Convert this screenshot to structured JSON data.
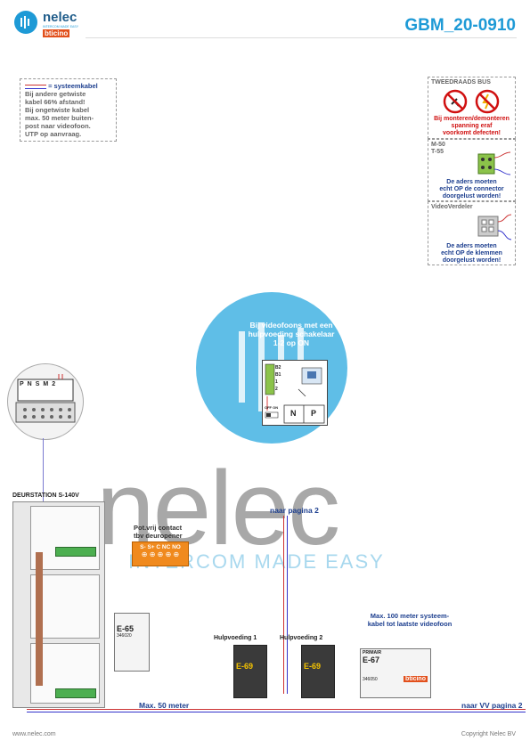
{
  "brand": {
    "name": "nelec",
    "tagline": "INTERCOM MADE EASY",
    "partner": "bticino"
  },
  "doc": {
    "code": "GBM_20-0910"
  },
  "cable_note": {
    "legend": "= systeemkabel",
    "lines": [
      "Bij andere getwiste",
      "kabel 66% afstand!",
      "Bij ongetwiste kabel",
      "max. 50 meter buiten-",
      "post naar videofoon.",
      "UTP op aanvraag."
    ]
  },
  "panels": {
    "bus": {
      "title": "TWEEDRAADS BUS",
      "lines": [
        "Bij monteren/demonteren",
        "spanning eraf",
        "voorkomt defecten!"
      ]
    },
    "m50": {
      "title_lines": [
        "M-50",
        "T-55"
      ],
      "lines": [
        "De aders moeten",
        "echt OP de connector",
        "doorgelust worden!"
      ]
    },
    "vv": {
      "title": "VideoVerdeler",
      "lines": [
        "De aders moeten",
        "echt OP de klemmen",
        "doorgelust worden!"
      ]
    }
  },
  "videofoon_note": [
    "Bij videofoons met een",
    "hulpvoeding schakelaar",
    "1-2 op ON"
  ],
  "switch_block": {
    "pins": [
      "B2",
      "B1",
      "1",
      "2"
    ],
    "n": "N",
    "p": "P",
    "off_on": "OFF ON"
  },
  "connector_pins": [
    "P",
    "N",
    "S",
    "M",
    "2"
  ],
  "labels": {
    "deurstation": "DEURSTATION S-140V",
    "relay_title": [
      "Pot.vrij contact",
      "tbv deuropener"
    ],
    "relay_terms": "S- S+ C NC NO",
    "naar_pagina2": "naar pagina 2",
    "max100": [
      "Max. 100 meter systeem-",
      "kabel tot laatste videofoon"
    ],
    "hulp1": "Hulpvoeding 1",
    "hulp2": "Hulpvoeding 2",
    "max50": "Max. 50 meter",
    "naar_vv": "naar VV pagina 2"
  },
  "devices": {
    "e65": {
      "name": "E-65",
      "code": "346020"
    },
    "e69a": {
      "name": "E-69"
    },
    "e69b": {
      "name": "E-69"
    },
    "e67": {
      "name": "E-67",
      "code": "346050",
      "primair": "PRIMAIR",
      "brand": "bticino"
    }
  },
  "footer": {
    "left": "www.nelec.com",
    "right": "Copyright Nelec BV"
  }
}
